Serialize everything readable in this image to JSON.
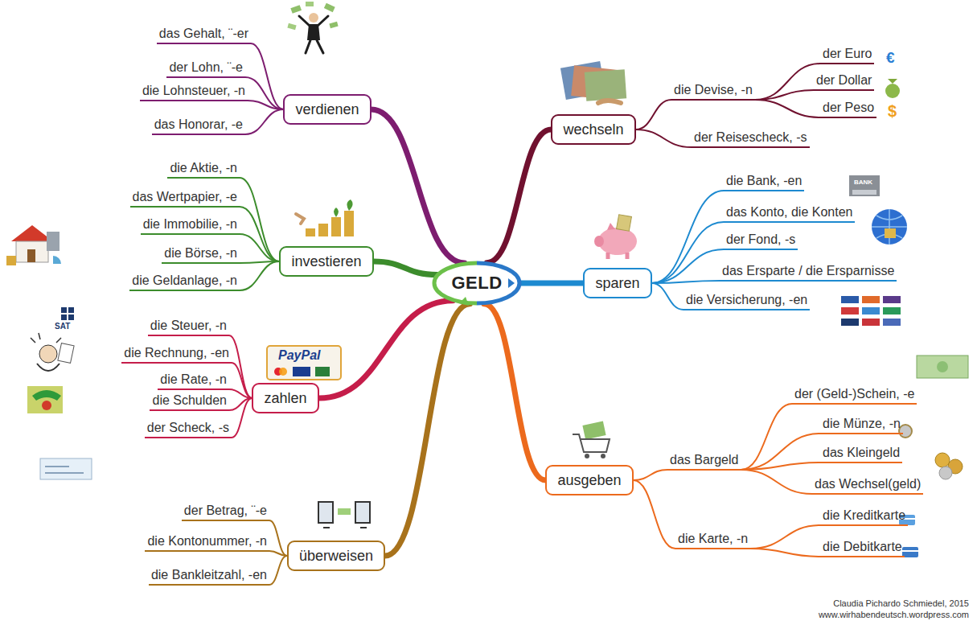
{
  "diagram": {
    "nodes": [
      {
        "text": [
          "GELD"
        ]
      },
      {
        "text": [
          "verdienen"
        ]
      },
      {
        "text": [
          "das Gehalt, ¨-er"
        ]
      },
      {
        "text": [
          "der Lohn, ¨-e"
        ]
      },
      {
        "text": [
          "die Lohnsteuer, -n"
        ]
      },
      {
        "text": [
          "das Honorar, -e"
        ]
      },
      {
        "text": [
          "investieren"
        ]
      },
      {
        "text": [
          "die Aktie, -n"
        ]
      },
      {
        "text": [
          "das Wertpapier, -e"
        ]
      },
      {
        "text": [
          "die Immobilie, -n"
        ]
      },
      {
        "text": [
          "die Börse, -n"
        ]
      },
      {
        "text": [
          "die Geldanlage, -n"
        ]
      },
      {
        "text": [
          "zahlen"
        ]
      },
      {
        "text": [
          "die Steuer, -n"
        ]
      },
      {
        "text": [
          "die Rechnung, -en"
        ]
      },
      {
        "text": [
          "die Rate, -n"
        ]
      },
      {
        "text": [
          "die Schulden"
        ]
      },
      {
        "text": [
          "der Scheck, -s"
        ]
      },
      {
        "text": [
          "überweisen"
        ]
      },
      {
        "text": [
          "der Betrag, ¨-e"
        ]
      },
      {
        "text": [
          "die Kontonummer, -n"
        ]
      },
      {
        "text": [
          "die Bankleitzahl, -en"
        ]
      },
      {
        "text": [
          "wechseln"
        ]
      },
      {
        "text": [
          "die Devise, -n"
        ]
      },
      {
        "text": [
          "der Euro"
        ]
      },
      {
        "text": [
          "der Dollar"
        ]
      },
      {
        "text": [
          "der Peso"
        ]
      },
      {
        "text": [
          "der Reisescheck, -s"
        ]
      },
      {
        "text": [
          "sparen"
        ]
      },
      {
        "text": [
          "die Bank, -en"
        ]
      },
      {
        "text": [
          "das Konto, die Konten"
        ]
      },
      {
        "text": [
          "der Fond, -s"
        ]
      },
      {
        "text": [
          "das Ersparte / die Ersparnisse"
        ]
      },
      {
        "text": [
          "die Versicherung, -en"
        ]
      },
      {
        "text": [
          "ausgeben"
        ]
      },
      {
        "text": [
          "das Bargeld"
        ]
      },
      {
        "text": [
          "der (Geld-)Schein, -e"
        ]
      },
      {
        "text": [
          "die Münze, -n"
        ]
      },
      {
        "text": [
          "das Kleingeld"
        ]
      },
      {
        "text": [
          "das Wechsel(geld)"
        ]
      },
      {
        "text": [
          "die Karte, -n"
        ]
      },
      {
        "text": [
          "die Kreditkarte"
        ]
      },
      {
        "text": [
          "die Debitkarte"
        ]
      }
    ],
    "edges": [
      {
        "from": 0,
        "to": 1,
        "arrow": "none"
      },
      {
        "from": 0,
        "to": 6,
        "arrow": "none"
      },
      {
        "from": 0,
        "to": 12,
        "arrow": "none"
      },
      {
        "from": 0,
        "to": 18,
        "arrow": "none"
      },
      {
        "from": 0,
        "to": 22,
        "arrow": "none"
      },
      {
        "from": 0,
        "to": 28,
        "arrow": "none"
      },
      {
        "from": 0,
        "to": 34,
        "arrow": "none"
      },
      {
        "from": 1,
        "to": 2,
        "arrow": "none"
      },
      {
        "from": 1,
        "to": 3,
        "arrow": "none"
      },
      {
        "from": 1,
        "to": 4,
        "arrow": "none"
      },
      {
        "from": 1,
        "to": 5,
        "arrow": "none"
      },
      {
        "from": 6,
        "to": 7,
        "arrow": "none"
      },
      {
        "from": 6,
        "to": 8,
        "arrow": "none"
      },
      {
        "from": 6,
        "to": 9,
        "arrow": "none"
      },
      {
        "from": 6,
        "to": 10,
        "arrow": "none"
      },
      {
        "from": 6,
        "to": 11,
        "arrow": "none"
      },
      {
        "from": 12,
        "to": 13,
        "arrow": "none"
      },
      {
        "from": 12,
        "to": 14,
        "arrow": "none"
      },
      {
        "from": 12,
        "to": 15,
        "arrow": "none"
      },
      {
        "from": 12,
        "to": 16,
        "arrow": "none"
      },
      {
        "from": 12,
        "to": 17,
        "arrow": "none"
      },
      {
        "from": 18,
        "to": 19,
        "arrow": "none"
      },
      {
        "from": 18,
        "to": 20,
        "arrow": "none"
      },
      {
        "from": 18,
        "to": 21,
        "arrow": "none"
      },
      {
        "from": 22,
        "to": 23,
        "arrow": "none"
      },
      {
        "from": 23,
        "to": 24,
        "arrow": "none"
      },
      {
        "from": 23,
        "to": 25,
        "arrow": "none"
      },
      {
        "from": 23,
        "to": 26,
        "arrow": "none"
      },
      {
        "from": 22,
        "to": 27,
        "arrow": "none"
      },
      {
        "from": 28,
        "to": 29,
        "arrow": "none"
      },
      {
        "from": 28,
        "to": 30,
        "arrow": "none"
      },
      {
        "from": 28,
        "to": 31,
        "arrow": "none"
      },
      {
        "from": 28,
        "to": 32,
        "arrow": "none"
      },
      {
        "from": 28,
        "to": 33,
        "arrow": "none"
      },
      {
        "from": 34,
        "to": 35,
        "arrow": "none"
      },
      {
        "from": 35,
        "to": 36,
        "arrow": "none"
      },
      {
        "from": 35,
        "to": 37,
        "arrow": "none"
      },
      {
        "from": 35,
        "to": 38,
        "arrow": "none"
      },
      {
        "from": 35,
        "to": 39,
        "arrow": "none"
      },
      {
        "from": 34,
        "to": 40,
        "arrow": "none"
      },
      {
        "from": 40,
        "to": 41,
        "arrow": "none"
      },
      {
        "from": 40,
        "to": 42,
        "arrow": "none"
      }
    ],
    "labels": [
      "€",
      "$",
      "BANK",
      "SAT",
      "PayPal",
      "Claudia Pichardo Schmiedel, 2015",
      "www.wirhabendeutsch.wordpress.com"
    ]
  }
}
